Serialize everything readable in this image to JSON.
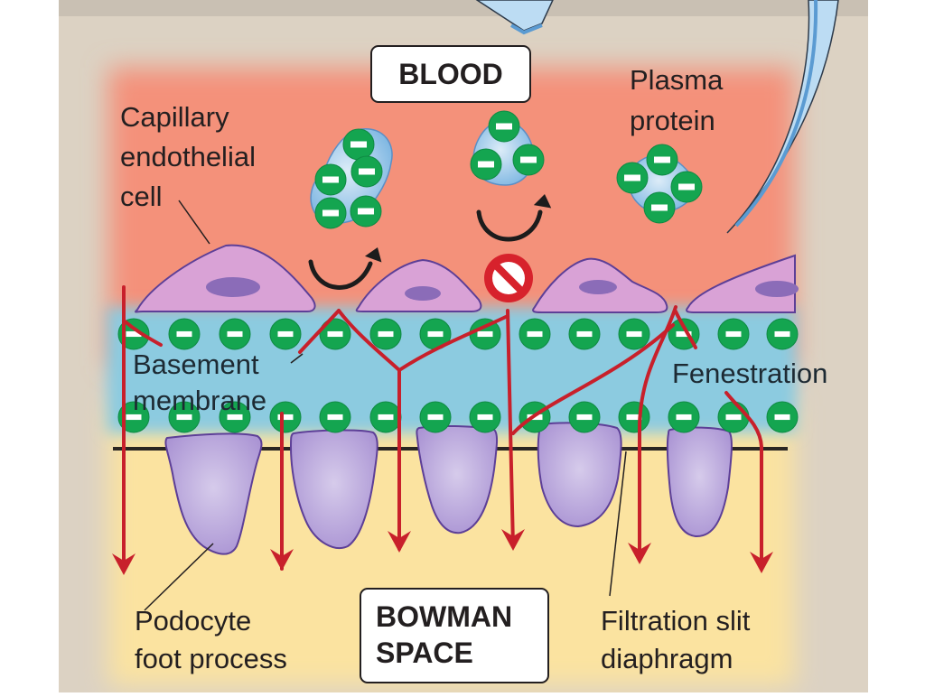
{
  "title": "Glomerular filtration barrier",
  "regions": {
    "blood": "BLOOD",
    "bowman_line1": "BOWMAN",
    "bowman_line2": "SPACE"
  },
  "labels": {
    "capillary_line1": "Capillary",
    "capillary_line2": "endothelial",
    "capillary_line3": "cell",
    "plasma_line1": "Plasma",
    "plasma_line2": "protein",
    "basement_line1": "Basement",
    "basement_line2": "membrane",
    "fenestration": "Fenestration",
    "podocyte_line1": "Podocyte",
    "podocyte_line2": "foot process",
    "slit_line1": "Filtration slit",
    "slit_line2": "diaphragm"
  },
  "charge_symbol": "−",
  "colors": {
    "outer_bg": "#dcd2c3",
    "blood": "#f4917a",
    "basement": "#8ccbe0",
    "bowman": "#fbe3a0",
    "endothelial_cell": "#d9a2d6",
    "cell_nucleus": "#8b6cb8",
    "podocyte": "#b9a4da",
    "outline_purple": "#5d3f97",
    "charge_green": "#14a550",
    "filtration_arrow": "#c8202b",
    "blocked_sign": "#d7222c",
    "protein_blue": "#a9d3ee",
    "capillary_tube": "#bcdcf3"
  }
}
